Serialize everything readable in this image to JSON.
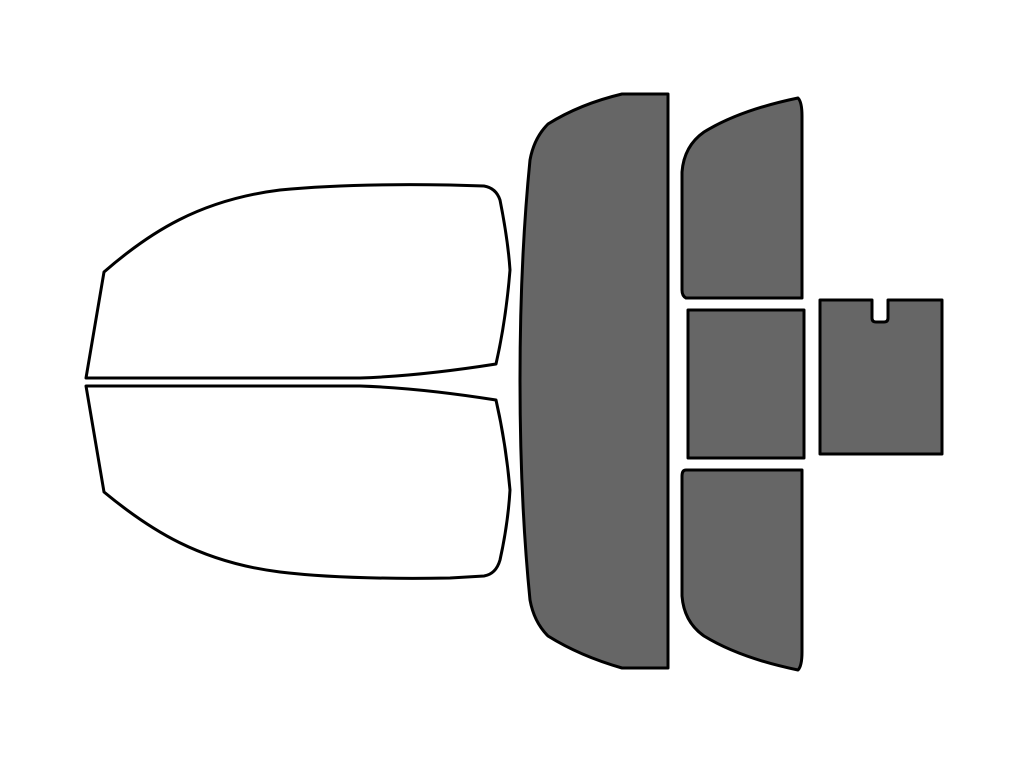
{
  "colors": {
    "background": "#ffffff",
    "outline": "#000000",
    "untinted": "#ffffff",
    "tinted": "#666666"
  },
  "windows": [
    {
      "id": "front-left-door-window",
      "tinted": false
    },
    {
      "id": "front-right-door-window",
      "tinted": false
    },
    {
      "id": "rear-windshield",
      "tinted": true
    },
    {
      "id": "rear-left-door-window",
      "tinted": true
    },
    {
      "id": "rear-center-window",
      "tinted": true
    },
    {
      "id": "rear-right-door-window",
      "tinted": true
    },
    {
      "id": "rear-slider-window",
      "tinted": true
    }
  ]
}
